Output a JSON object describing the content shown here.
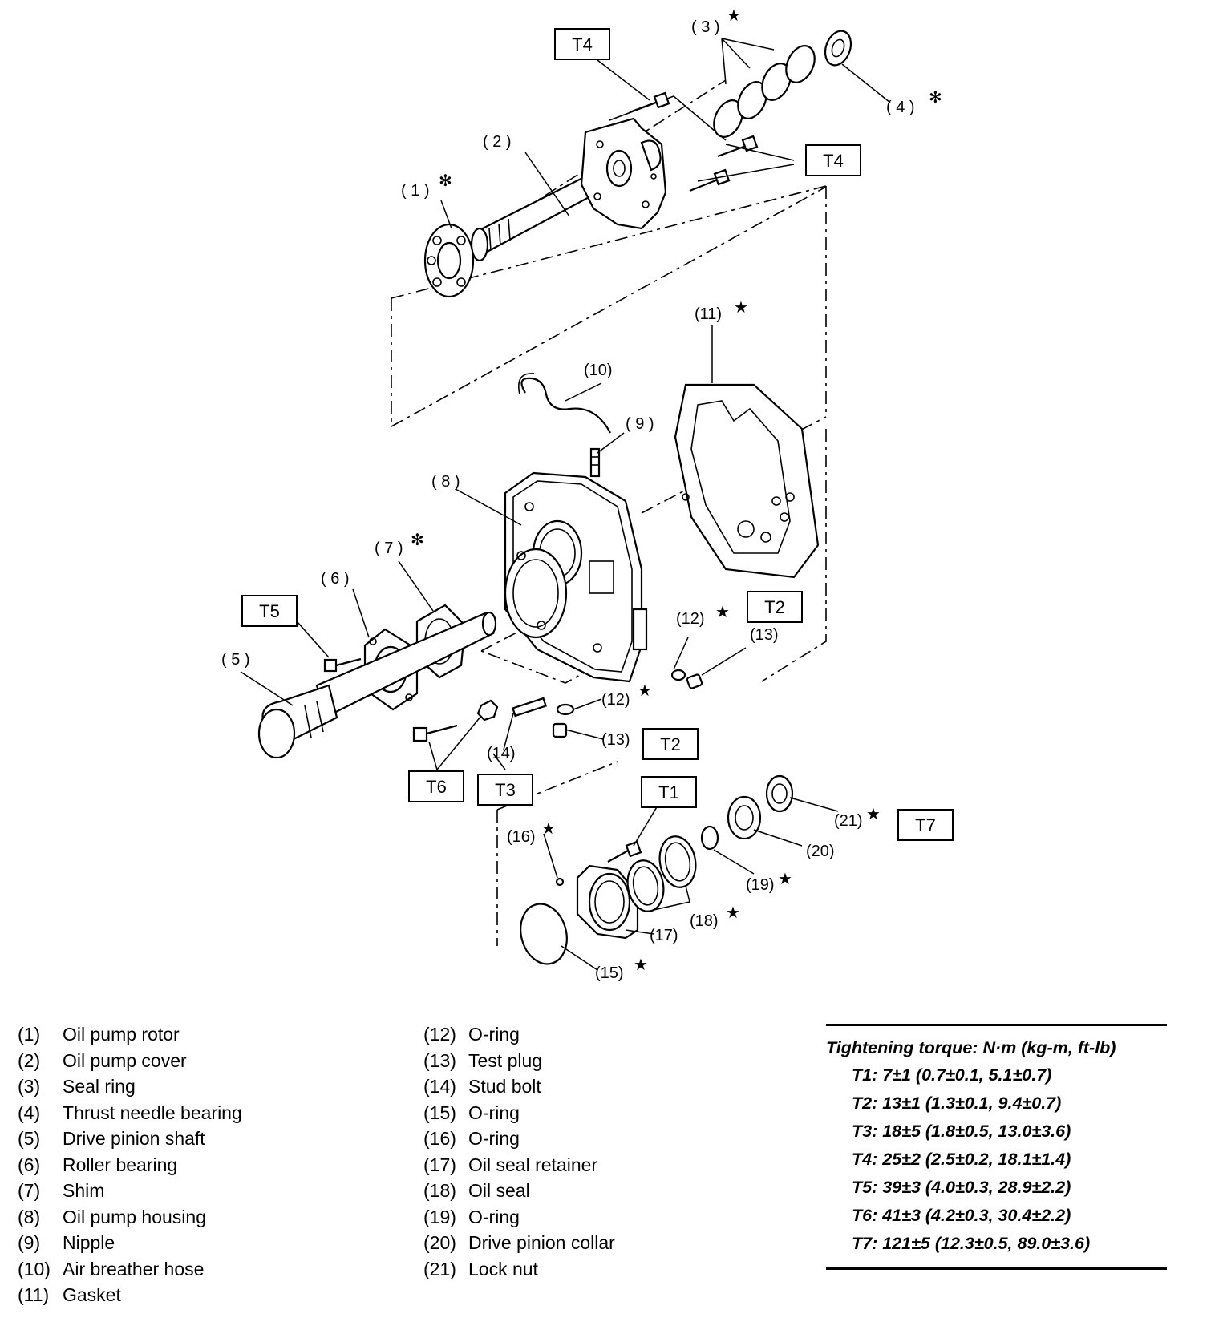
{
  "callouts": {
    "n1": "( 1 )",
    "n2": "( 2 )",
    "n3": "( 3 )",
    "n4": "( 4 )",
    "n5": "( 5 )",
    "n6": "( 6 )",
    "n7": "( 7 )",
    "n8": "( 8 )",
    "n9": "( 9 )",
    "n10": "(10)",
    "n11": "(11)",
    "n12a": "(12)",
    "n12b": "(12)",
    "n13a": "(13)",
    "n13b": "(13)",
    "n14": "(14)",
    "n15": "(15)",
    "n16": "(16)",
    "n17": "(17)",
    "n18": "(18)",
    "n19": "(19)",
    "n20": "(20)",
    "n21": "(21)"
  },
  "torque_tags": {
    "t4a": "T4",
    "t4b": "T4",
    "t5": "T5",
    "t2a": "T2",
    "t2b": "T2",
    "t6": "T6",
    "t3": "T3",
    "t1": "T1",
    "t7": "T7"
  },
  "marks": {
    "star": "★",
    "asterisk": "✻"
  },
  "legend": {
    "left": [
      {
        "num": "(1)",
        "name": "Oil pump rotor"
      },
      {
        "num": "(2)",
        "name": "Oil pump cover"
      },
      {
        "num": "(3)",
        "name": "Seal ring"
      },
      {
        "num": "(4)",
        "name": "Thrust needle bearing"
      },
      {
        "num": "(5)",
        "name": "Drive pinion shaft"
      },
      {
        "num": "(6)",
        "name": "Roller bearing"
      },
      {
        "num": "(7)",
        "name": "Shim"
      },
      {
        "num": "(8)",
        "name": "Oil pump housing"
      },
      {
        "num": "(9)",
        "name": "Nipple"
      },
      {
        "num": "(10)",
        "name": "Air breather hose"
      },
      {
        "num": "(11)",
        "name": "Gasket"
      }
    ],
    "mid": [
      {
        "num": "(12)",
        "name": "O-ring"
      },
      {
        "num": "(13)",
        "name": "Test plug"
      },
      {
        "num": "(14)",
        "name": "Stud bolt"
      },
      {
        "num": "(15)",
        "name": "O-ring"
      },
      {
        "num": "(16)",
        "name": "O-ring"
      },
      {
        "num": "(17)",
        "name": "Oil seal retainer"
      },
      {
        "num": "(18)",
        "name": "Oil seal"
      },
      {
        "num": "(19)",
        "name": "O-ring"
      },
      {
        "num": "(20)",
        "name": "Drive pinion collar"
      },
      {
        "num": "(21)",
        "name": "Lock nut"
      }
    ]
  },
  "torque_table": {
    "heading": "Tightening torque: N·m (kg-m, ft-lb)",
    "rows": [
      "T1: 7±1 (0.7±0.1, 5.1±0.7)",
      "T2: 13±1 (1.3±0.1, 9.4±0.7)",
      "T3: 18±5 (1.8±0.5, 13.0±3.6)",
      "T4: 25±2 (2.5±0.2, 18.1±1.4)",
      "T5: 39±3 (4.0±0.3, 28.9±2.2)",
      "T6: 41±3 (4.2±0.3, 30.4±2.2)",
      "T7: 121±5 (12.3±0.5, 89.0±3.6)"
    ]
  }
}
